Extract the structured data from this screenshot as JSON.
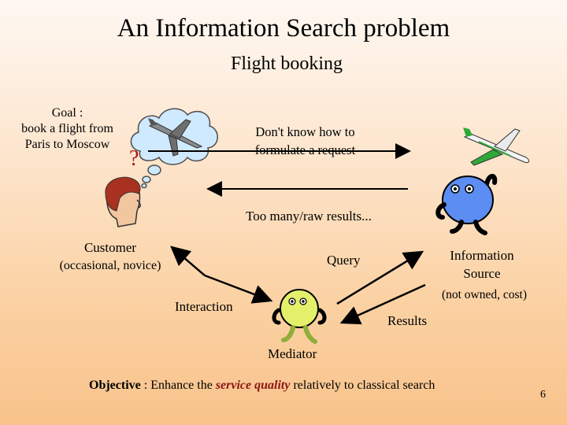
{
  "slide": {
    "title": "An Information Search problem",
    "subtitle": "Flight booking",
    "goal": [
      "Goal :",
      "book a flight from",
      "Paris to Moscow"
    ],
    "thought_mark": "?",
    "dont_know": [
      "Don't know how to",
      "formulate a request"
    ],
    "too_many": "Too many/raw results...",
    "customer": "Customer",
    "customer_note": "(occasional, novice)",
    "query": "Query",
    "information_source": [
      "Information",
      "Source"
    ],
    "source_note": "(not owned, cost)",
    "interaction": "Interaction",
    "results": "Results",
    "mediator": "Mediator",
    "objective": {
      "label": "Objective",
      "pre": " : Enhance the ",
      "emphasis": "service quality",
      "post": " relatively to classical search"
    },
    "page_number": "6"
  }
}
